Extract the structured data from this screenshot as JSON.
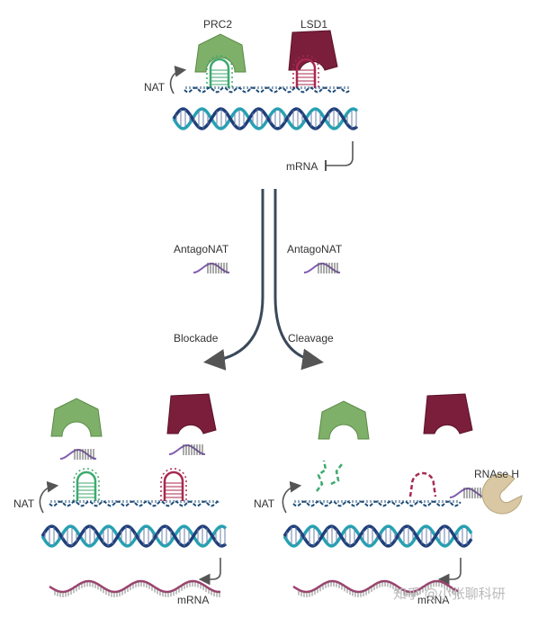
{
  "labels": {
    "prc2": "PRC2",
    "lsd1": "LSD1",
    "nat": "NAT",
    "mrna": "mRNA",
    "antagonat": "AntagoNAT",
    "blockade": "Blockade",
    "cleavage": "Cleavage",
    "rnase_h": "RNAse H"
  },
  "watermark": "知乎 @小张聊科研",
  "colors": {
    "prc2_fill": "#7fb069",
    "prc2_stroke": "#5a8a45",
    "lsd1_fill": "#7a1e3c",
    "lsd1_stroke": "#5c1229",
    "green_rna": "#3daa6e",
    "crimson_rna": "#a8294f",
    "nat_rna": "#1f4e79",
    "dna_dark": "#1f3f7a",
    "dna_teal": "#22a3b3",
    "antagonat": "#7f5bb0",
    "mrna_strand": "#a04070",
    "rnase": "#d9c8a3",
    "arrow": "#555555"
  }
}
